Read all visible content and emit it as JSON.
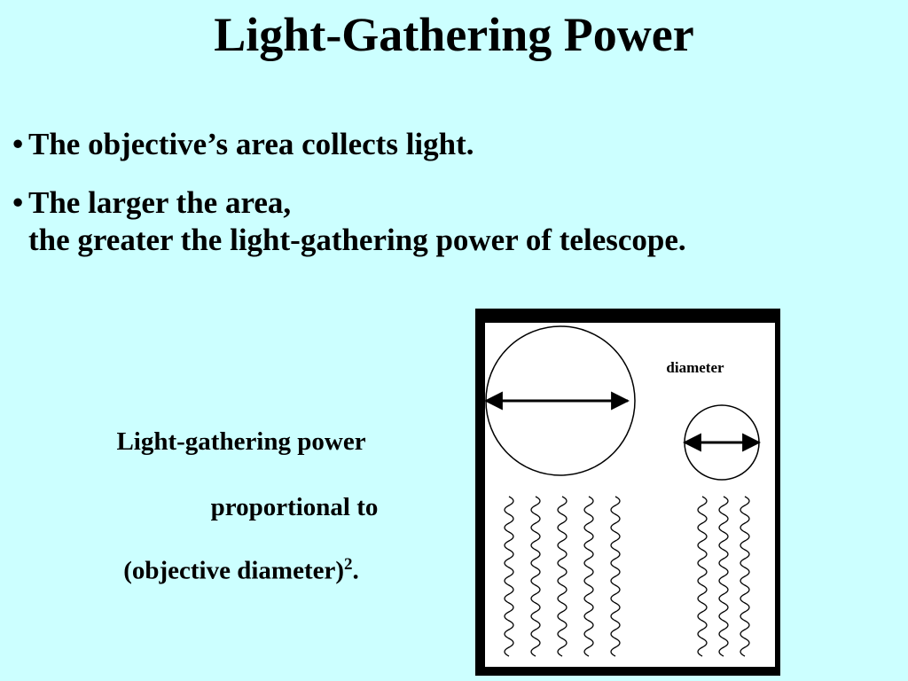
{
  "slide": {
    "title": "Light-Gathering Power",
    "bullet_symbol": "•",
    "bullets": [
      {
        "line1": "The objective’s area collects light."
      },
      {
        "line1": "The larger the area,",
        "line2": "the greater the light-gathering power of telescope."
      }
    ],
    "caption": {
      "line1": "Light-gathering power",
      "line2": "proportional to",
      "line3_text": "(objective diameter)",
      "line3_exponent": "2",
      "line3_end": "."
    }
  },
  "figure": {
    "label": "diameter",
    "frame_color": "#000000",
    "panel_color": "#ffffff",
    "large_wave_columns": 5,
    "small_wave_columns": 3
  }
}
